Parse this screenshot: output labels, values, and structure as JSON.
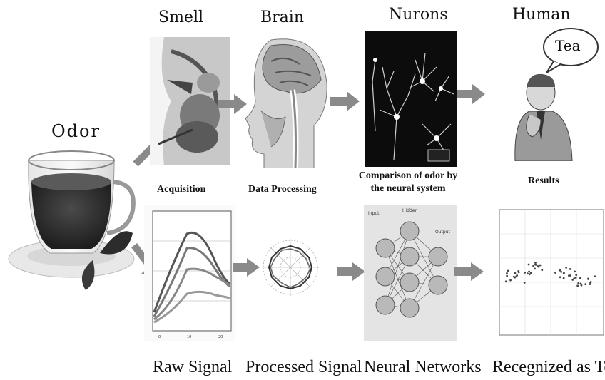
{
  "titles": {
    "smell": "Smell",
    "brain": "Brain",
    "nurons": "Nurons",
    "human": "Human",
    "odor": "Odor"
  },
  "speech_bubble": "Tea",
  "captions": {
    "acquisition": "Acquisition",
    "data_processing": "Data Processing",
    "comparison": "Comparison of odor by the neural system",
    "results": "Results"
  },
  "bottom_labels": {
    "raw_signal": "Raw Signal",
    "processed_signal": "Processed Signal",
    "neural_networks": "Neural Networks",
    "recognized": "Recegnized as Tea"
  },
  "network_labels": {
    "input": "Input",
    "hidden": "Hidden",
    "output": "Output"
  },
  "colors": {
    "arrow": "#8a8a8a",
    "node": "#b9b9b9"
  }
}
